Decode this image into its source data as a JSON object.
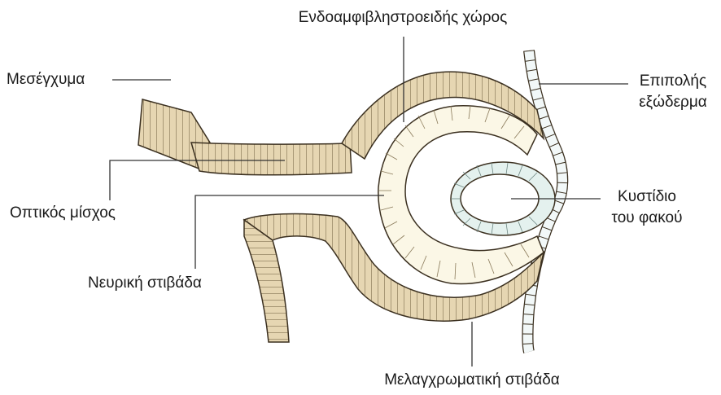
{
  "labels": {
    "mesenchyme": "Μεσέγχυμα",
    "intraretinal_space": "Ενδοαμφιβληστροειδής χώρος",
    "surface_ectoderm_line1": "Επιπολής",
    "surface_ectoderm_line2": "εξώδερμα",
    "optic_stalk": "Οπτικός μίσχος",
    "lens_vesicle_line1": "Κυστίδιο",
    "lens_vesicle_line2": "του φακού",
    "neural_layer": "Νευρική στιβάδα",
    "pigment_layer": "Μελαγχρωματική στιβάδα"
  },
  "colors": {
    "pigment_layer_fill": "#e6d6b2",
    "neural_layer_fill": "#fbf7e6",
    "lens_fill": "#e4f1ee",
    "ectoderm_fill": "#f2f8f8",
    "outline": "#3b3020",
    "leader_line": "#333333"
  }
}
